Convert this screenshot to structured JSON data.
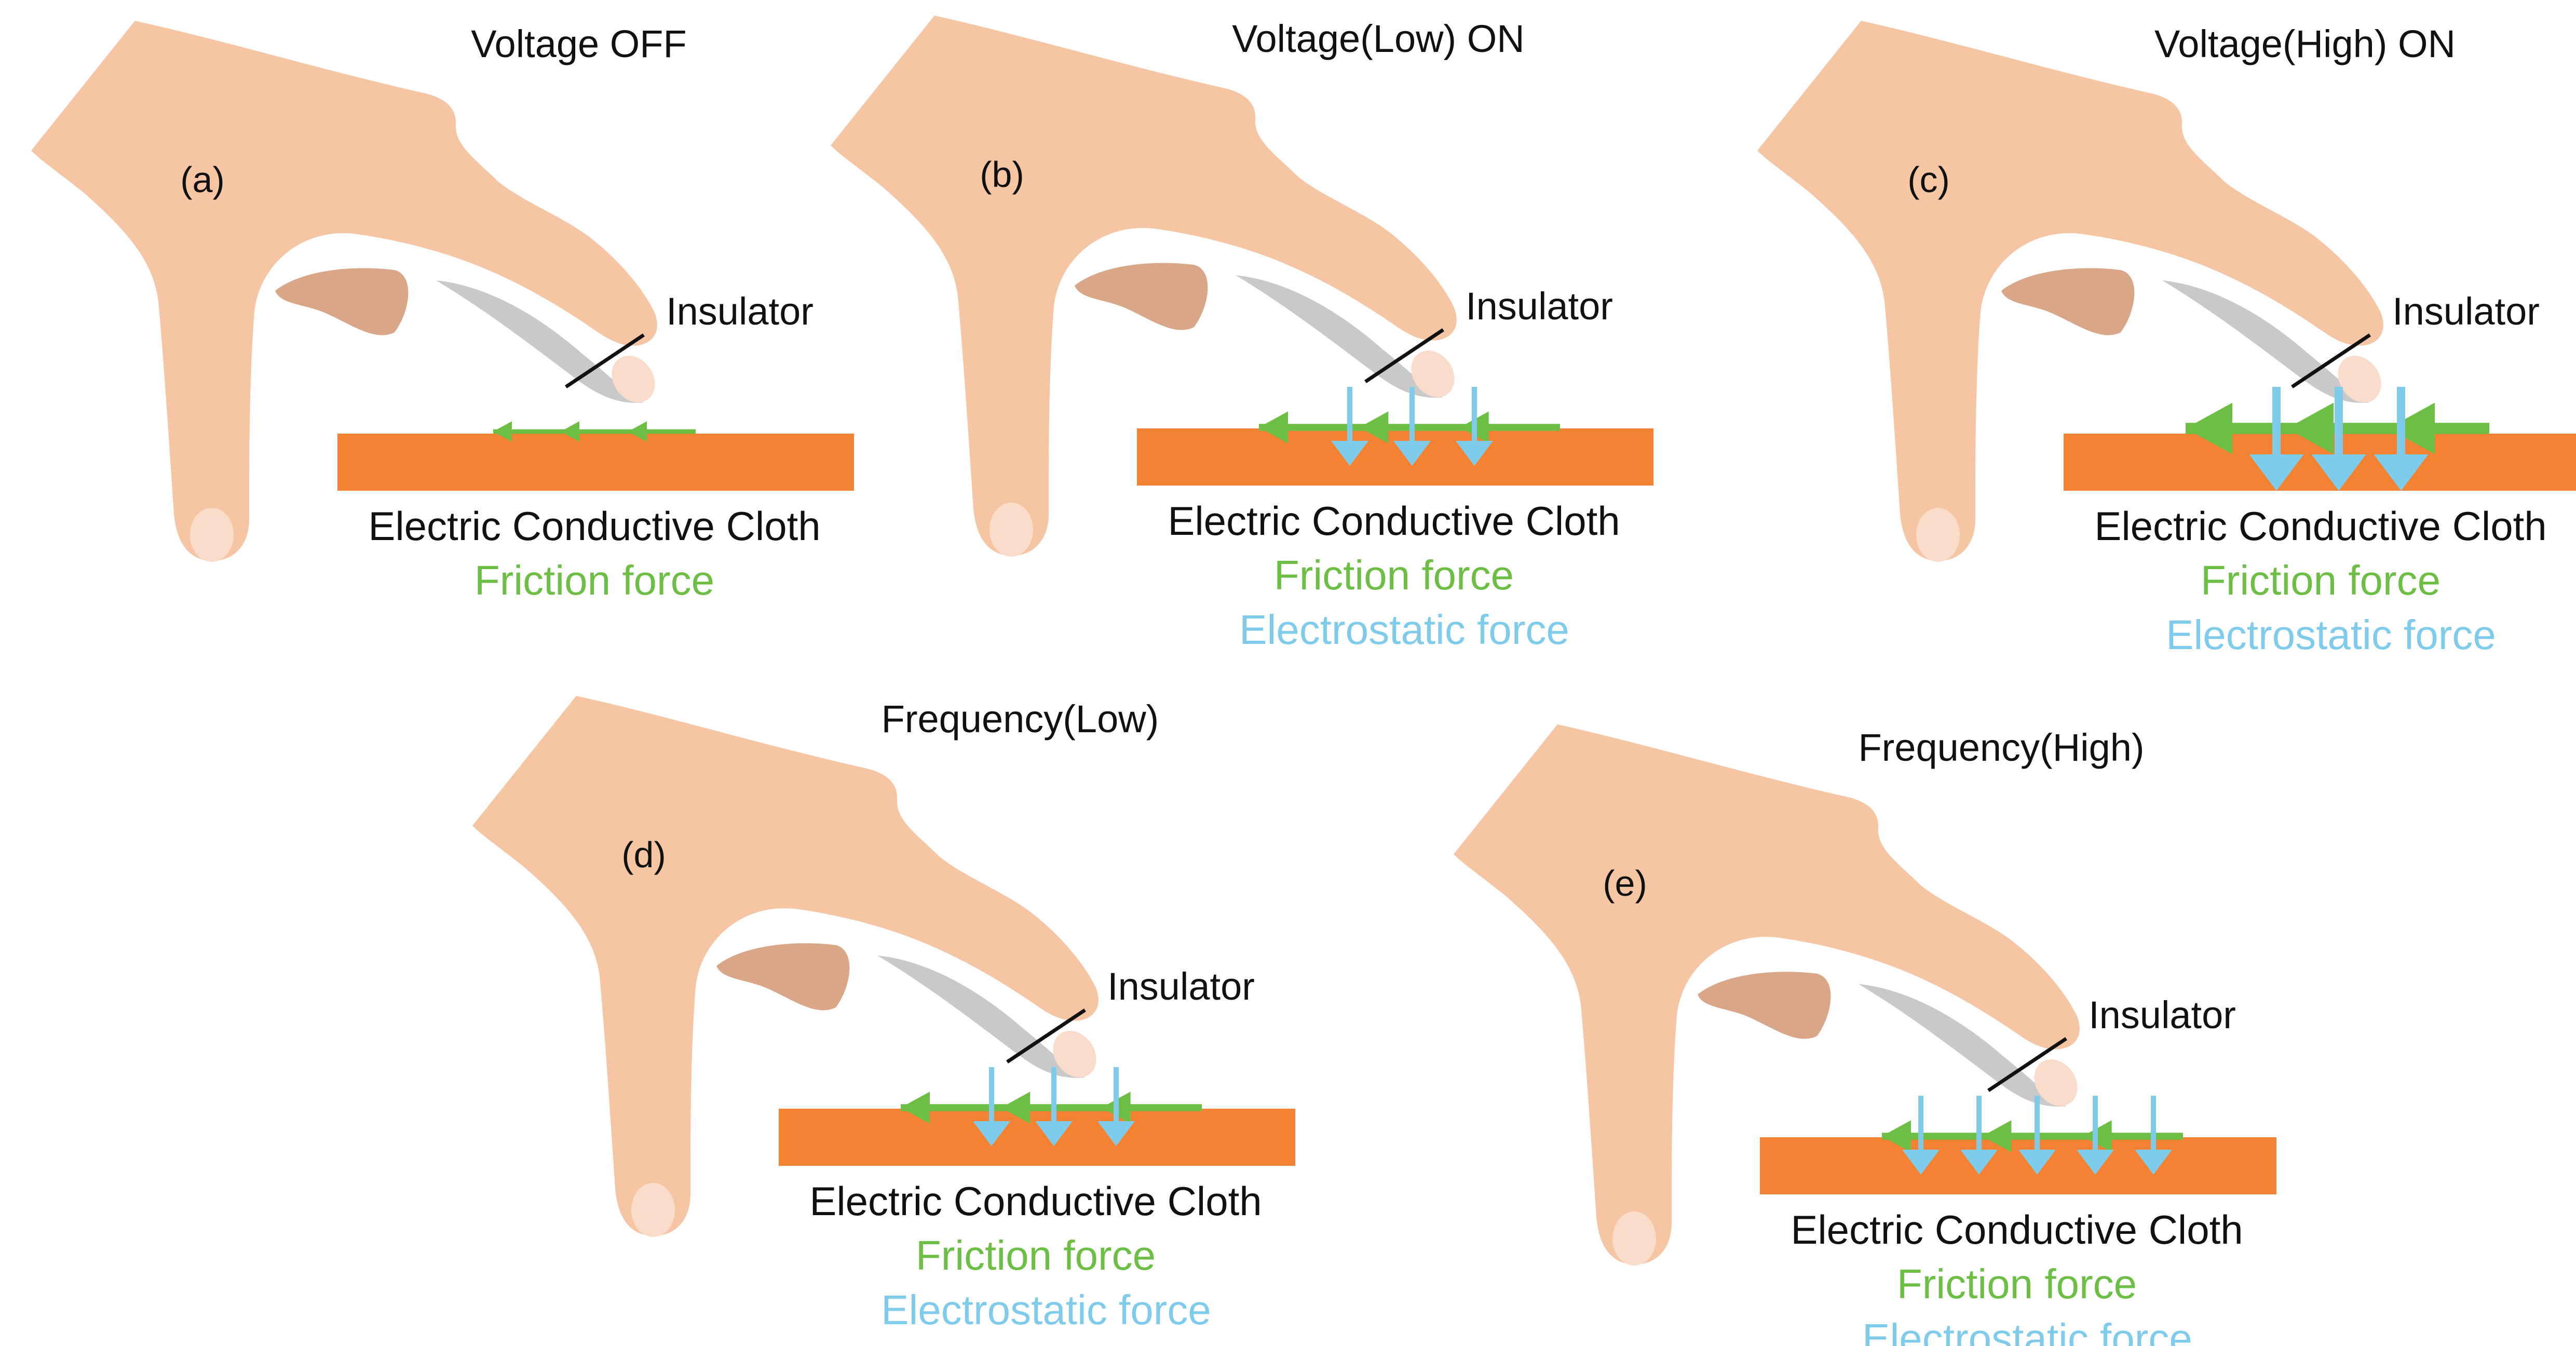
{
  "colors": {
    "skin": "#F6C6A4",
    "skin_shadow": "#D9A688",
    "nail": "#FADCCB",
    "insulator": "#C9C9C9",
    "cloth": "#F38232",
    "friction": "#6DBE45",
    "electrostatic": "#7FCBEB",
    "text": "#111111"
  },
  "panels": [
    {
      "id": "a",
      "label": "(a)",
      "title": "Voltage OFF",
      "insulator_label": "Insulator",
      "cloth_label": "Electric Conductive Cloth",
      "friction_label": "Friction force",
      "electrostatic_label": "",
      "friction_level": 1,
      "electrostatic_level": 0,
      "electrostatic_arrow_count": 0
    },
    {
      "id": "b",
      "label": "(b)",
      "title": "Voltage(Low) ON",
      "insulator_label": "Insulator",
      "cloth_label": "Electric Conductive Cloth",
      "friction_label": "Friction force",
      "electrostatic_label": "Electrostatic force",
      "friction_level": 2,
      "electrostatic_level": 1,
      "electrostatic_arrow_count": 3
    },
    {
      "id": "c",
      "label": "(c)",
      "title": "Voltage(High) ON",
      "insulator_label": "Insulator",
      "cloth_label": "Electric Conductive Cloth",
      "friction_label": "Friction force",
      "electrostatic_label": "Electrostatic force",
      "friction_level": 3,
      "electrostatic_level": 2,
      "electrostatic_arrow_count": 3
    },
    {
      "id": "d",
      "label": "(d)",
      "title": "Frequency(Low)",
      "insulator_label": "Insulator",
      "cloth_label": "Electric Conductive Cloth",
      "friction_label": "Friction force",
      "electrostatic_label": "Electrostatic force",
      "friction_level": 2,
      "electrostatic_level": 1,
      "electrostatic_arrow_count": 3
    },
    {
      "id": "e",
      "label": "(e)",
      "title": "Frequency(High)",
      "insulator_label": "Insulator",
      "cloth_label": "Electric Conductive Cloth",
      "friction_label": "Friction force",
      "electrostatic_label": "Electrostatic force",
      "friction_level": 2,
      "electrostatic_level": 1,
      "electrostatic_arrow_count": 5
    }
  ]
}
